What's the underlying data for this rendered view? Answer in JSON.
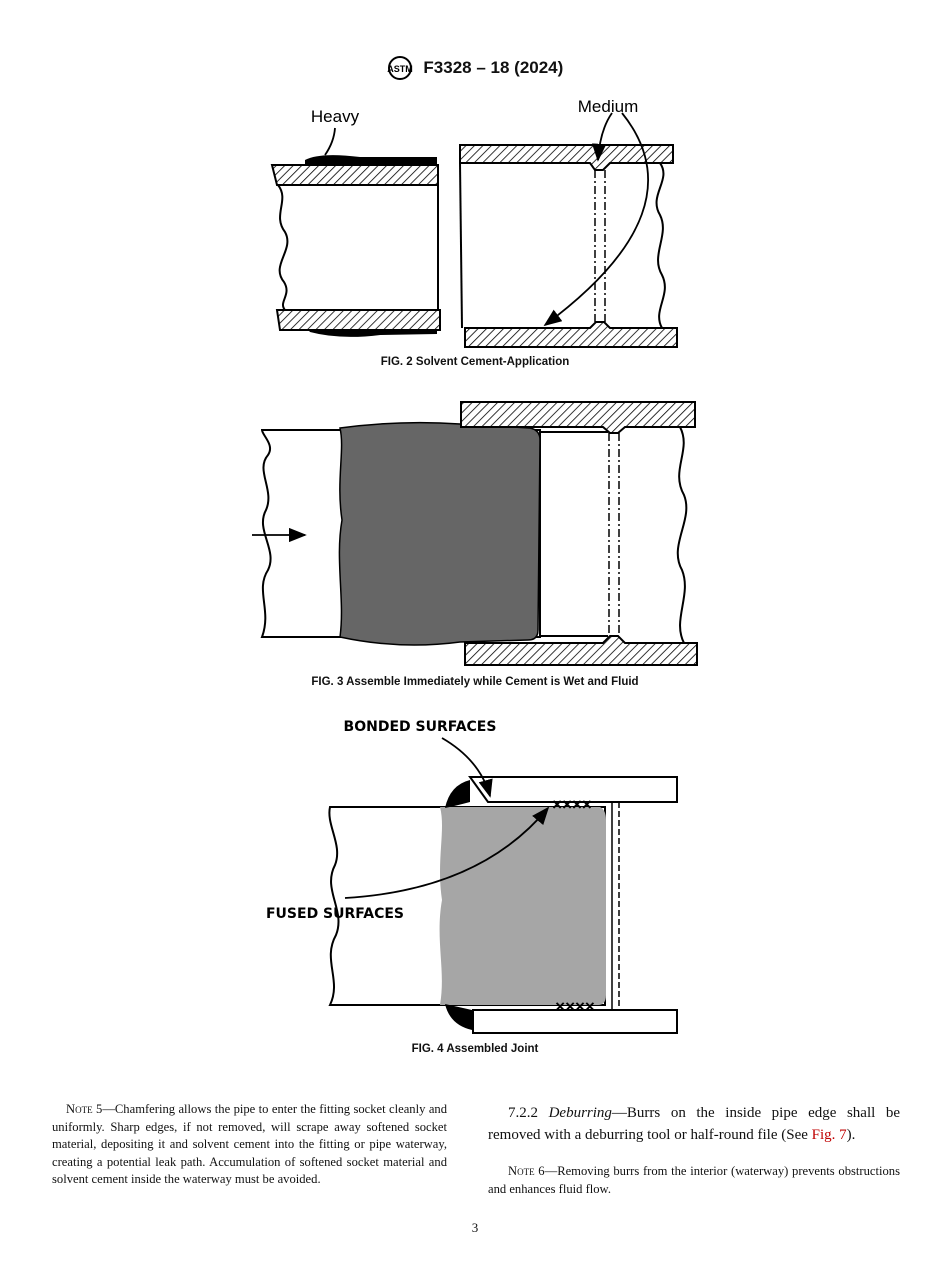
{
  "header": {
    "designation": "F3328 – 18 (2024)",
    "logo": "ASTM"
  },
  "figures": {
    "fig2": {
      "caption": "FIG. 2 Solvent Cement-Application",
      "label_heavy": "Heavy",
      "label_medium": "Medium"
    },
    "fig3": {
      "caption": "FIG. 3 Assemble Immediately while Cement is Wet and Fluid"
    },
    "fig4": {
      "caption": "FIG. 4 Assembled Joint",
      "label_bonded": "BONDED SURFACES",
      "label_fused": "FUSED SURFACES",
      "marks": "××××"
    }
  },
  "notes": {
    "note5_label": "Note 5",
    "note5_text": "—Chamfering allows the pipe to enter the fitting socket cleanly and uniformly. Sharp edges, if not removed, will scrape away softened socket material, depositing it and solvent cement into the fitting or pipe waterway, creating a potential leak path. Accumulation of softened socket material and solvent cement inside the waterway must be avoided.",
    "section_number": "7.2.2",
    "section_title": "Deburring",
    "section_text": "—Burrs on the inside pipe edge shall be removed with a deburring tool or half-round file (See ",
    "section_link": "Fig. 7",
    "section_end": ").",
    "note6_label": "Note 6",
    "note6_text": "—Removing burrs from the interior (waterway) prevents obstructions and enhances fluid flow."
  },
  "page_number": "3",
  "colors": {
    "cement_wet": "#666666",
    "cement_fused": "#a6a6a6",
    "link": "#c00000"
  }
}
